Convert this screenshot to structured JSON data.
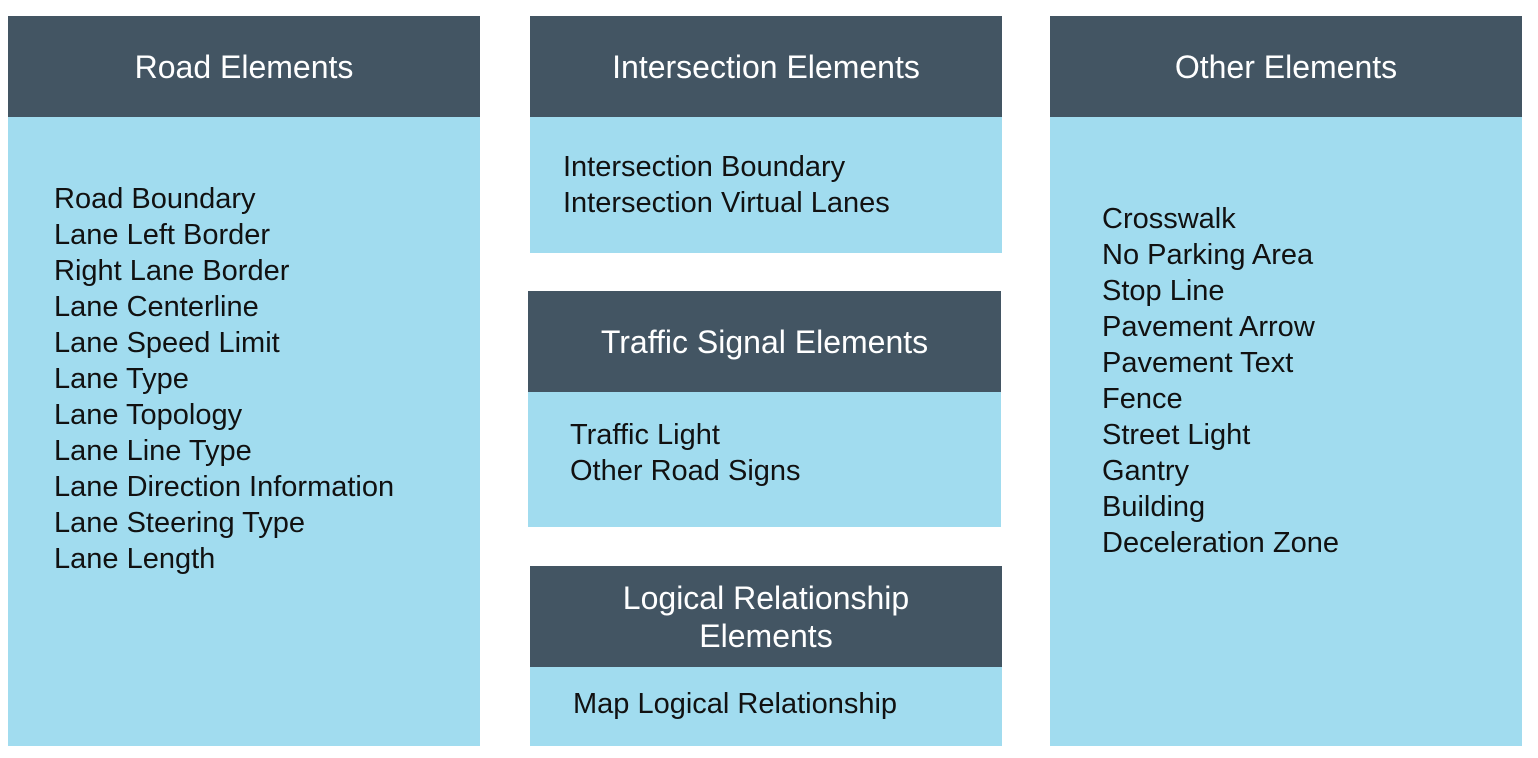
{
  "colors": {
    "header_bg": "#435563",
    "header_text": "#ffffff",
    "body_bg": "#a1dcef",
    "item_text": "#111111"
  },
  "cards": {
    "road": {
      "title": "Road Elements",
      "items": [
        "Road Boundary",
        "Lane Left Border",
        "Right Lane Border",
        "Lane Centerline",
        "Lane Speed Limit",
        "Lane Type",
        "Lane Topology",
        "Lane Line Type",
        "Lane Direction Information",
        "Lane Steering Type",
        "Lane Length"
      ]
    },
    "intersection": {
      "title": "Intersection Elements",
      "items": [
        "Intersection Boundary",
        "Intersection Virtual Lanes"
      ]
    },
    "traffic": {
      "title": "Traffic Signal Elements",
      "items": [
        "Traffic Light",
        "Other Road Signs"
      ]
    },
    "logical": {
      "title_line1": "Logical Relationship",
      "title_line2": "Elements",
      "items": [
        "Map Logical Relationship"
      ]
    },
    "other": {
      "title": "Other Elements",
      "items": [
        "Crosswalk",
        "No Parking Area",
        "Stop Line",
        "Pavement Arrow",
        "Pavement Text",
        "Fence",
        "Street Light",
        "Gantry",
        "Building",
        "Deceleration Zone"
      ]
    }
  }
}
